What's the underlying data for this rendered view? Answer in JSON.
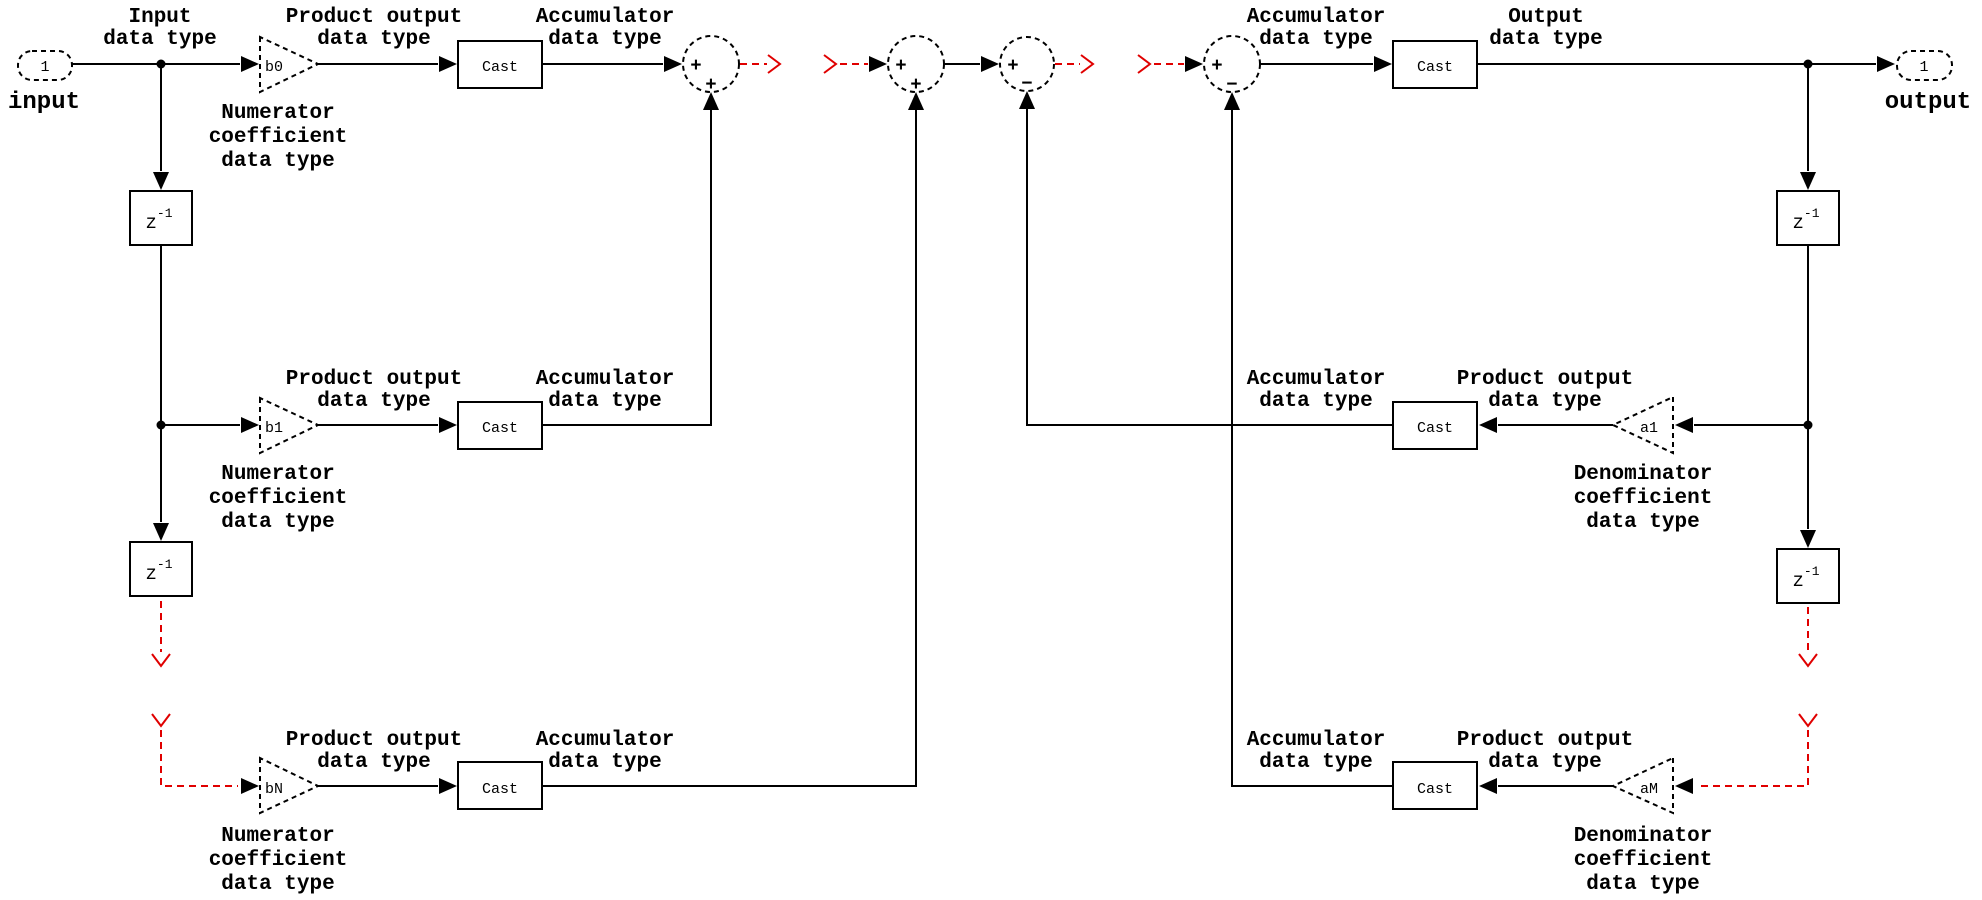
{
  "ports": {
    "input": {
      "number": "1",
      "name": "input"
    },
    "output": {
      "number": "1",
      "name": "output"
    }
  },
  "blocks": {
    "cast": "Cast",
    "delay_base": "z",
    "delay_exp": "-1",
    "gains": {
      "b0": "b0",
      "b1": "b1",
      "bN": "bN",
      "a1": "a1",
      "aM": "aM"
    }
  },
  "sums": {
    "s1": {
      "left": "+",
      "bottom": "+"
    },
    "s2": {
      "left": "+",
      "bottom": "+"
    },
    "s3": {
      "left": "+",
      "bottom": "−"
    },
    "s4": {
      "left": "+",
      "bottom": "−"
    }
  },
  "labels": {
    "input_dt": [
      "Input",
      "data type"
    ],
    "product_dt": [
      "Product output",
      "data type"
    ],
    "accumulator_dt": [
      "Accumulator",
      "data type"
    ],
    "numerator_dt": [
      "Numerator",
      "coefficient",
      "data type"
    ],
    "denominator_dt": [
      "Denominator",
      "coefficient",
      "data type"
    ],
    "output_dt": [
      "Output",
      "data type"
    ]
  },
  "colors": {
    "line": "#000000",
    "annotation_red": "#e00000",
    "background": "#ffffff"
  }
}
